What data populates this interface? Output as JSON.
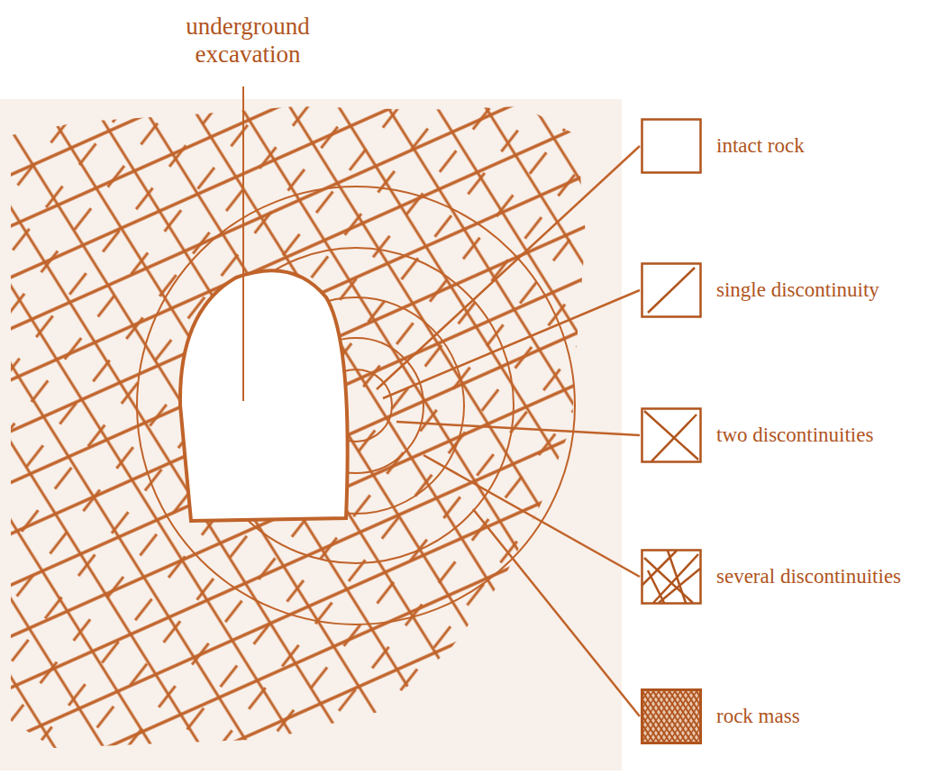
{
  "diagram": {
    "labels": [
      "underground excavation"
    ],
    "legend": [
      {
        "text": "intact rock"
      },
      {
        "text": "single discontinuity"
      },
      {
        "text": "two discontinuities"
      },
      {
        "text": "several discontinuities"
      },
      {
        "text": "rock mass"
      }
    ]
  }
}
